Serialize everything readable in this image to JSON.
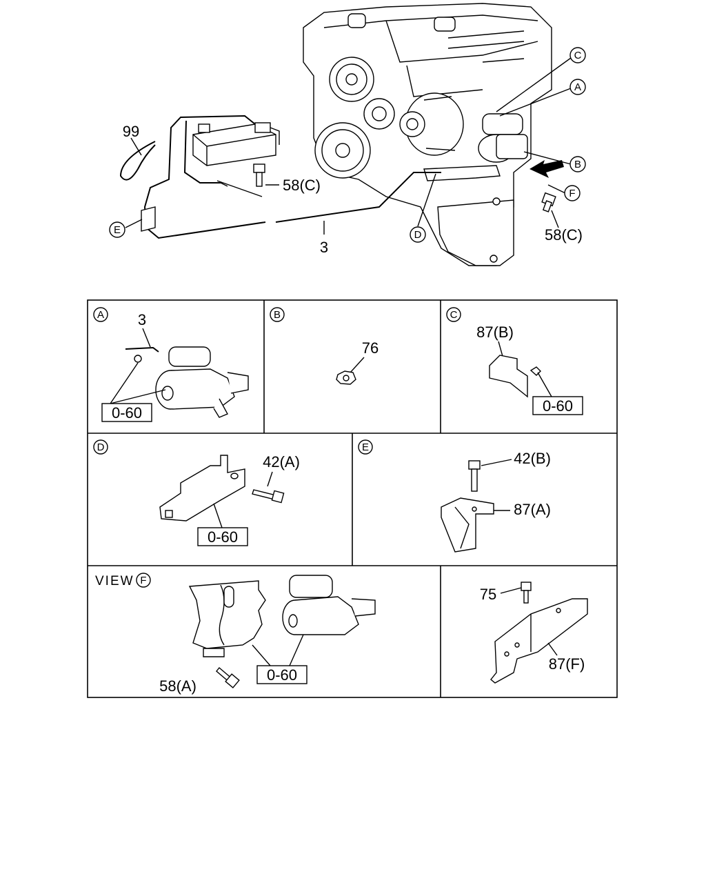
{
  "main": {
    "callouts": {
      "A": "A",
      "B": "B",
      "C": "C",
      "D": "D",
      "E": "E",
      "F": "F"
    },
    "labels": {
      "tie": "99",
      "bolt_top": "58(C)",
      "bolt_right": "58(C)",
      "cable": "3"
    }
  },
  "panels": {
    "a": {
      "callout": "A",
      "cable": "3",
      "code": "0-60"
    },
    "b": {
      "callout": "B",
      "nut": "76"
    },
    "c": {
      "callout": "C",
      "bracket": "87(B)",
      "code": "0-60"
    },
    "d": {
      "callout": "D",
      "bolt": "42(A)",
      "code": "0-60"
    },
    "e": {
      "callout": "E",
      "bolt": "42(B)",
      "bracket": "87(A)"
    },
    "f": {
      "view": "VIEW",
      "callout": "F",
      "bolt": "58(A)",
      "code": "0-60"
    },
    "g": {
      "bolt": "75",
      "bracket": "87(F)"
    }
  }
}
